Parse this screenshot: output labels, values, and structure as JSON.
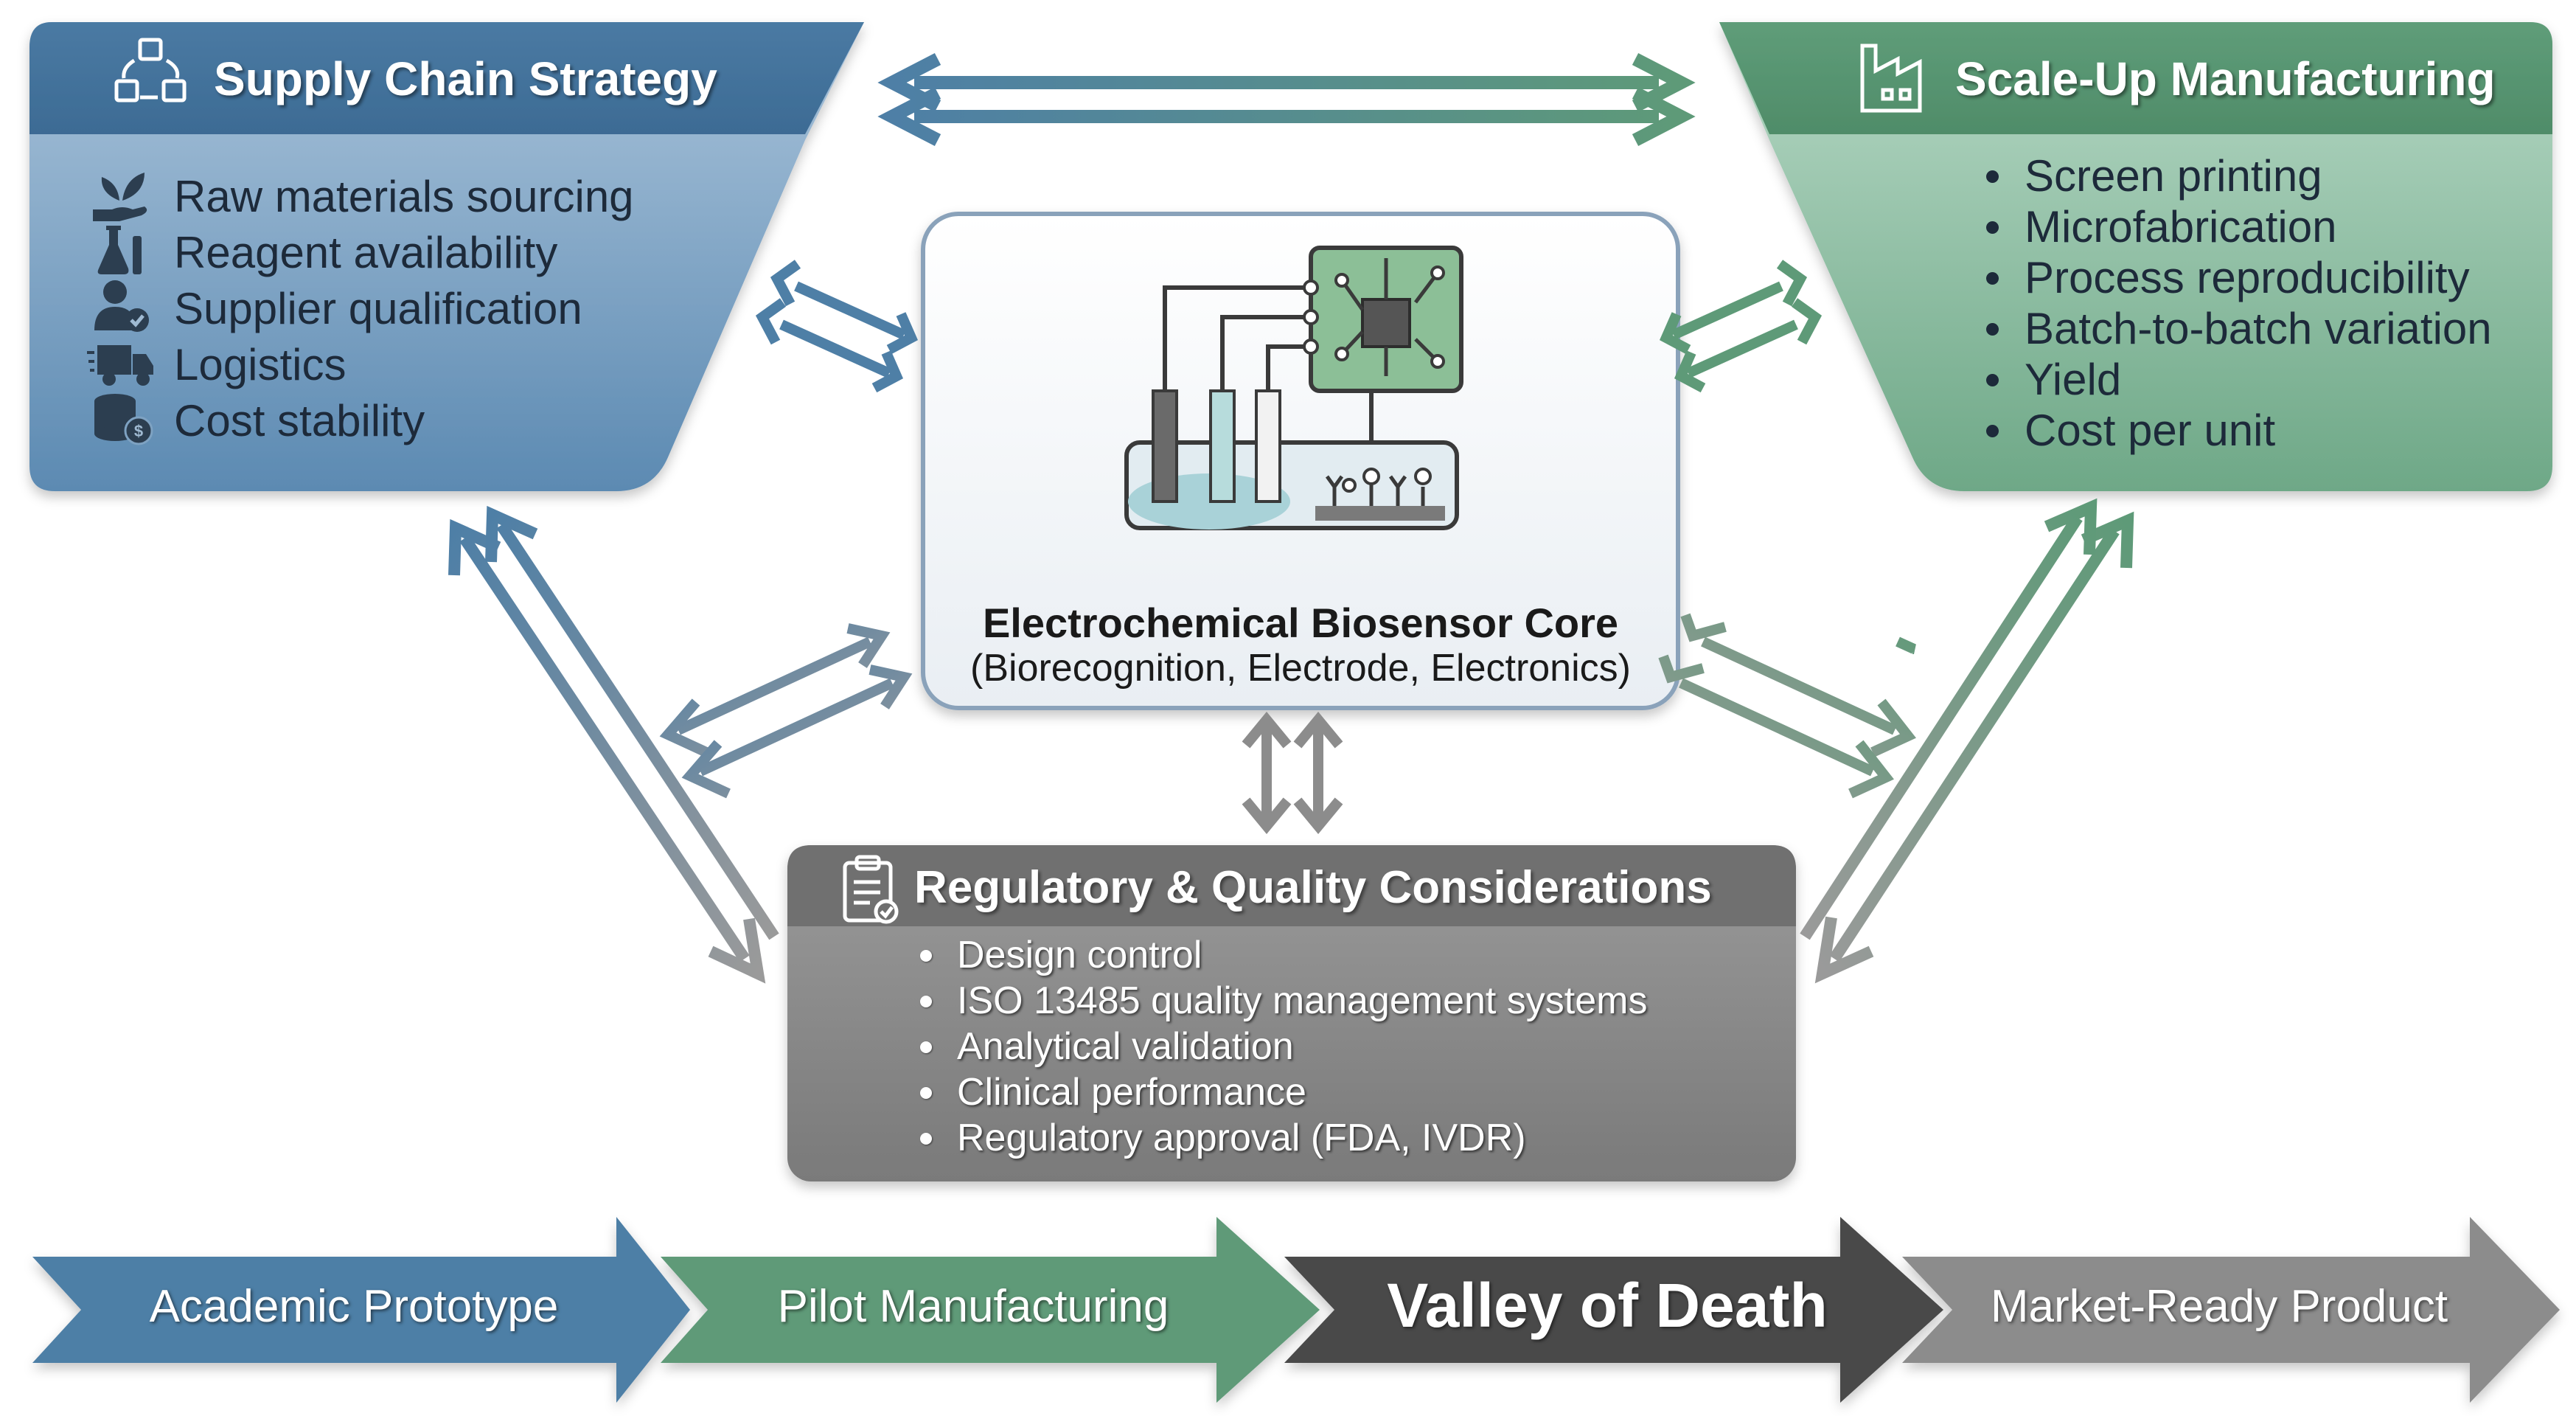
{
  "supply_chain": {
    "title": "Supply Chain Strategy",
    "items": [
      {
        "label": "Raw materials sourcing",
        "icon": "plant-hand-icon"
      },
      {
        "label": "Reagent availability",
        "icon": "flask-icon"
      },
      {
        "label": "Supplier qualification",
        "icon": "person-check-icon"
      },
      {
        "label": "Logistics",
        "icon": "truck-icon"
      },
      {
        "label": "Cost stability",
        "icon": "coins-icon"
      }
    ],
    "color": "#4f7ea6"
  },
  "scale_up": {
    "title": "Scale-Up Manufacturing",
    "items": [
      "Screen printing",
      "Microfabrication",
      "Process reproducibility",
      "Batch-to-batch variation",
      "Yield",
      "Cost per unit"
    ],
    "color": "#5e9a78"
  },
  "core": {
    "title": "Electrochemical Biosensor Core",
    "subtitle": "(Biorecognition, Electrode, Electronics)",
    "icon": "biosensor-icon"
  },
  "regulatory": {
    "title": "Regulatory & Quality Considerations",
    "items": [
      "Design control",
      "ISO 13485 quality management systems",
      "Analytical validation",
      "Clinical performance",
      "Regulatory approval (FDA, IVDR)"
    ],
    "icon": "clipboard-check-icon",
    "color": "#7d7d7d"
  },
  "pipeline": {
    "stages": [
      {
        "label": "Academic Prototype",
        "color": "#4e7fa6"
      },
      {
        "label": "Pilot Manufacturing",
        "color": "#5e9a78"
      },
      {
        "label": "Valley of Death",
        "color": "#4a4a4a"
      },
      {
        "label": "Market-Ready Product",
        "color": "#8c8c8c"
      }
    ]
  }
}
